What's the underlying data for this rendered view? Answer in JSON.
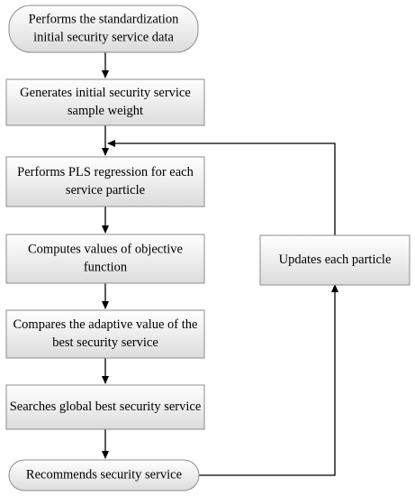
{
  "diagram": {
    "colors": {
      "node_fill_top": "#ffffff",
      "node_fill_bottom": "#dcdcdc",
      "node_stroke": "#8c8c8c",
      "arrow": "#000000"
    },
    "nodes": {
      "start": {
        "lines": [
          "Performs the standardization",
          "initial security service data"
        ]
      },
      "weight": {
        "lines": [
          "Generates initial security service",
          "sample weight"
        ]
      },
      "pls": {
        "lines": [
          "Performs PLS regression for each",
          "service particle"
        ]
      },
      "objective": {
        "lines": [
          "Computes values of objective",
          "function"
        ]
      },
      "compare": {
        "lines": [
          "Compares the adaptive value of the",
          "best security service"
        ]
      },
      "search": {
        "lines": [
          "Searches global best security service"
        ]
      },
      "recommend": {
        "lines": [
          "Recommends security service"
        ]
      },
      "update": {
        "lines": [
          "Updates each particle"
        ]
      }
    }
  }
}
